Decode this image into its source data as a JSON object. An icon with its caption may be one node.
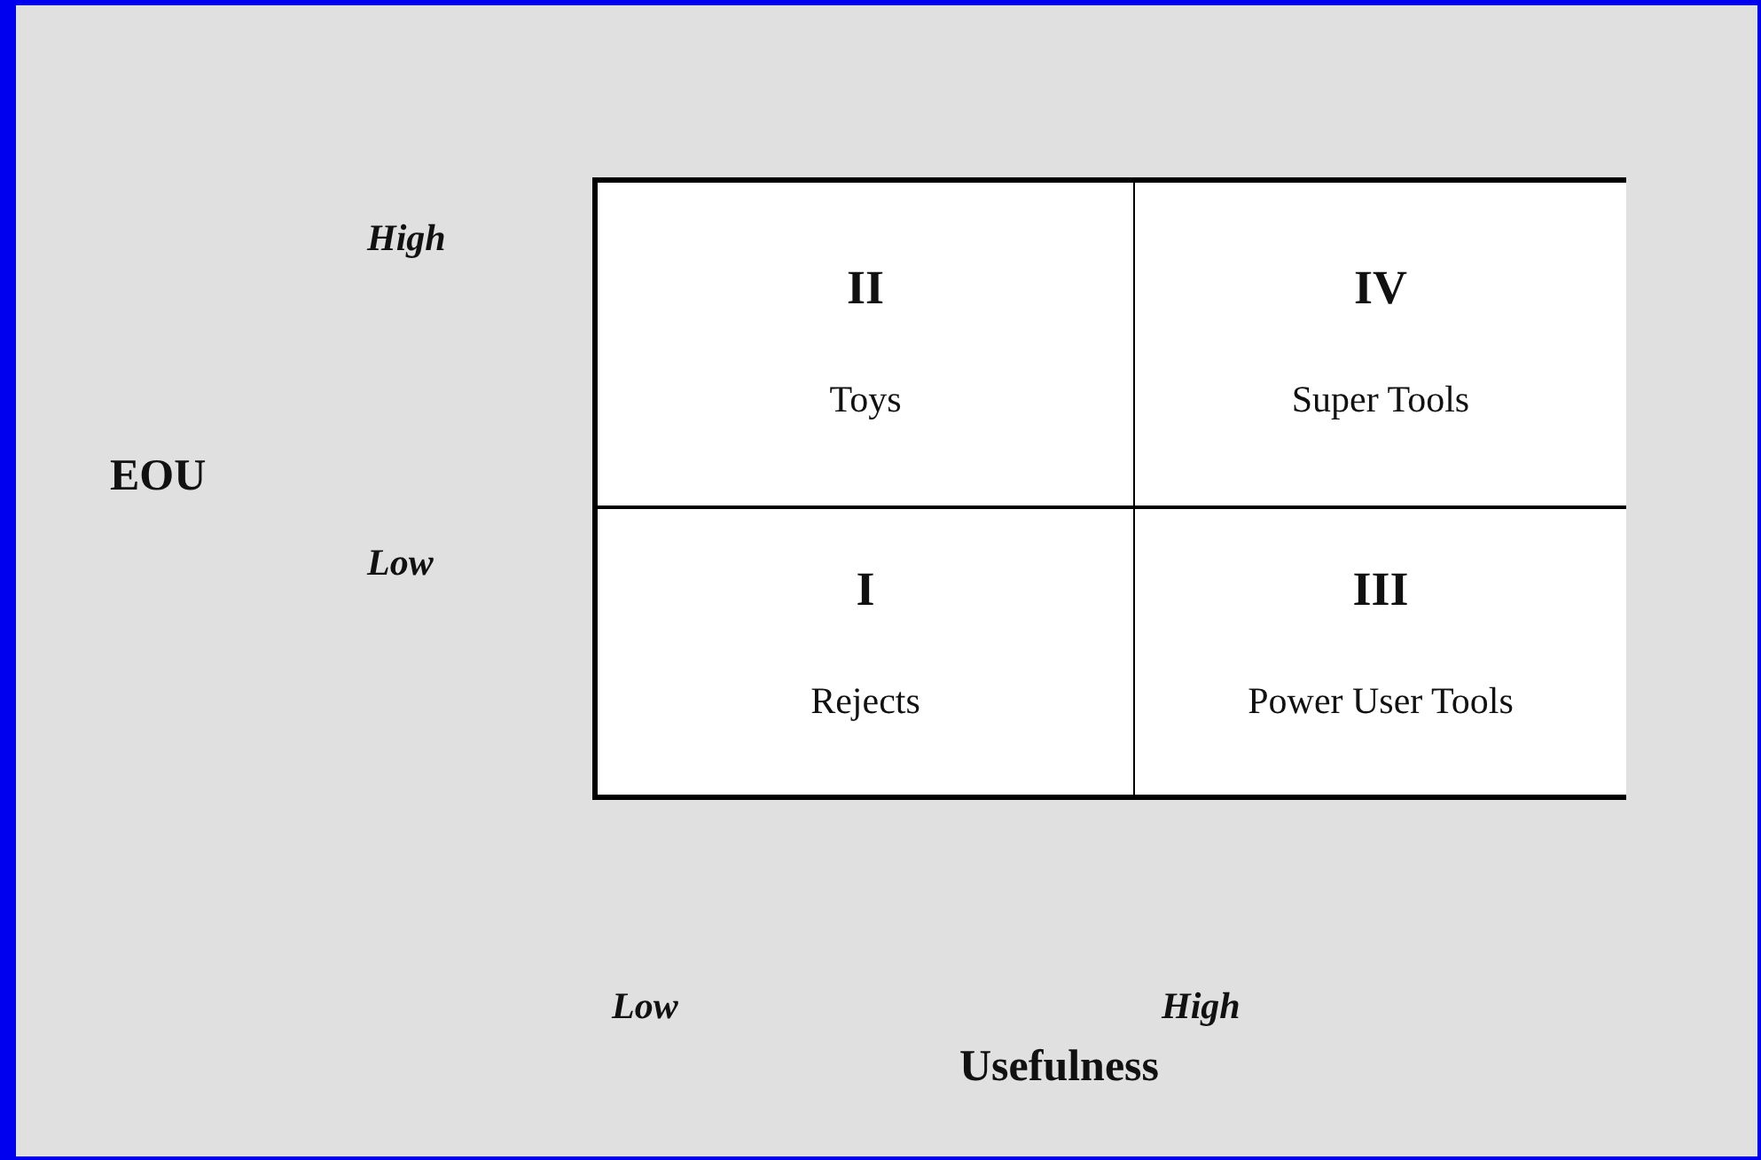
{
  "diagram": {
    "nodes": [
      {
        "text": [
          "II",
          "Toys"
        ]
      },
      {
        "text": [
          "IV",
          "Super Tools"
        ]
      },
      {
        "text": [
          "I",
          "Rejects"
        ]
      },
      {
        "text": [
          "III",
          "Power User Tools"
        ]
      }
    ],
    "labels": [
      "High",
      "EOU",
      "Low",
      "Low",
      "High",
      "Usefulness"
    ]
  }
}
